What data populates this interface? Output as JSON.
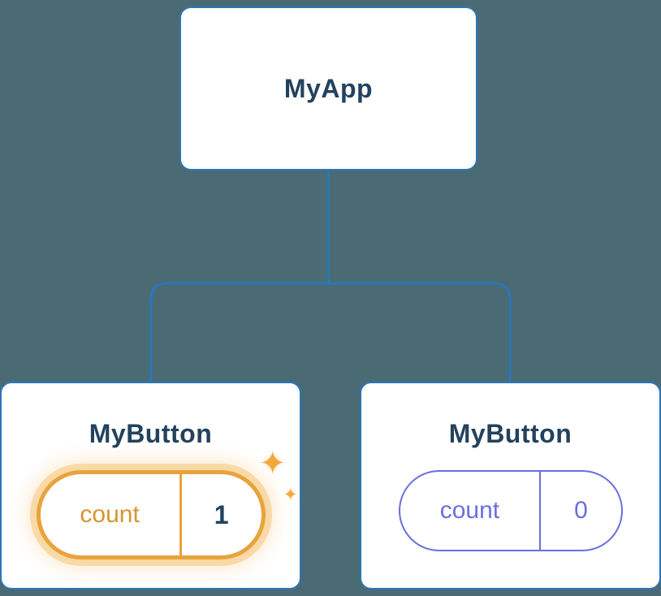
{
  "colors": {
    "background": "#4A6B74",
    "connector_line": "#2B76B9",
    "node_border": "#2B76B9",
    "node_label_text": "#23425E",
    "highlight_border": "#E8A33D",
    "highlight_glow": "#F6C67A",
    "highlight_key_text": "#D8942F",
    "state_accent": "#6A6FDC"
  },
  "tree": {
    "root": {
      "label": "MyApp"
    },
    "children": [
      {
        "label": "MyButton",
        "state": {
          "key": "count",
          "value": "1"
        },
        "highlighted": true
      },
      {
        "label": "MyButton",
        "state": {
          "key": "count",
          "value": "0"
        },
        "highlighted": false
      }
    ]
  },
  "icons": {
    "sparkle_large": "✦",
    "sparkle_small": "✦"
  }
}
